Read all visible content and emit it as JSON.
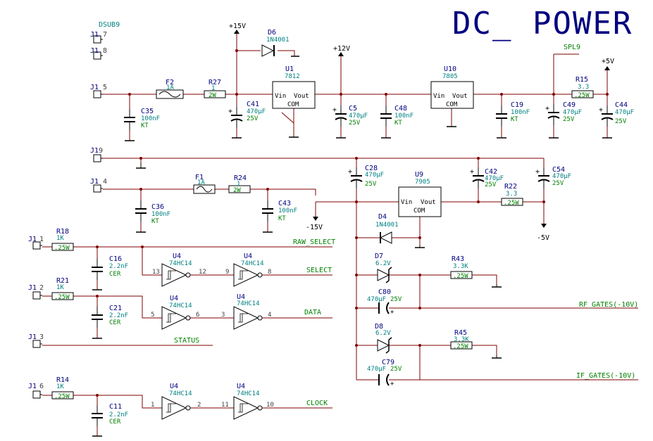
{
  "title": "DC_ POWER",
  "connector": {
    "ref": "DSUB9",
    "name": "J1"
  },
  "pins": {
    "p7": "7",
    "p8": "8",
    "p5": "5",
    "p9": "9",
    "p4": "4",
    "p1": "1",
    "p2": "2",
    "p3": "3",
    "p6": "6"
  },
  "rails": {
    "p15": "+15V",
    "p12": "+12V",
    "p5": "+5V",
    "m15": "-15V",
    "m5": "-5V"
  },
  "nets": {
    "spl9": "SPL9",
    "raw_select": "RAW_SELECT",
    "select": "SELECT",
    "data": "DATA",
    "status": "STATUS",
    "clock": "CLOCK",
    "rf_gates": "RF_GATES(-10V)",
    "if_gates": "IF_GATES(-10V)"
  },
  "parts": {
    "F2": {
      "ref": "F2",
      "value": "1A"
    },
    "F1": {
      "ref": "F1",
      "value": "1A"
    },
    "R27": {
      "ref": "R27",
      "value": "1",
      "rating": "2W"
    },
    "R24": {
      "ref": "R24",
      "value": "1",
      "rating": "2W"
    },
    "D6": {
      "ref": "D6",
      "value": "1N4001"
    },
    "D4": {
      "ref": "D4",
      "value": "1N4001"
    },
    "D7": {
      "ref": "D7",
      "value": "6.2V"
    },
    "D8": {
      "ref": "D8",
      "value": "6.2V"
    },
    "U1": {
      "ref": "U1",
      "value": "7812"
    },
    "U10": {
      "ref": "U10",
      "value": "7805"
    },
    "U9": {
      "ref": "U9",
      "value": "7905"
    },
    "reg_pins": {
      "vin": "Vin",
      "vout": "Vout",
      "com": "COM"
    },
    "C35": {
      "ref": "C35",
      "value": "100nF",
      "type": "KT"
    },
    "C36": {
      "ref": "C36",
      "value": "100nF",
      "type": "KT"
    },
    "C43": {
      "ref": "C43",
      "value": "100nF",
      "type": "KT"
    },
    "C48": {
      "ref": "C48",
      "value": "100nF",
      "type": "KT"
    },
    "C19": {
      "ref": "C19",
      "value": "100nF",
      "type": "KT"
    },
    "C41": {
      "ref": "C41",
      "value": "470µF",
      "voltage": "25V"
    },
    "C5": {
      "ref": "C5",
      "value": "470µF",
      "voltage": "25V"
    },
    "C49": {
      "ref": "C49",
      "value": "470µF",
      "voltage": "25V"
    },
    "C44": {
      "ref": "C44",
      "value": "470µF",
      "voltage": "25V"
    },
    "C28": {
      "ref": "C28",
      "value": "470µF",
      "voltage": "25V"
    },
    "C42": {
      "ref": "C42",
      "value": "470µF",
      "voltage": "25V"
    },
    "C54": {
      "ref": "C54",
      "value": "470µF",
      "voltage": "25V"
    },
    "C80": {
      "ref": "C80",
      "value": "470µF",
      "voltage": "25V"
    },
    "C79": {
      "ref": "C79",
      "value": "470µF",
      "voltage": "25V"
    },
    "R15": {
      "ref": "R15",
      "value": "3.3",
      "rating": ".25W"
    },
    "R22": {
      "ref": "R22",
      "value": "3.3",
      "rating": ".25W"
    },
    "R43": {
      "ref": "R43",
      "value": "3.3K",
      "rating": ".25W"
    },
    "R45": {
      "ref": "R45",
      "value": "3.3K",
      "rating": ".25W"
    },
    "R18": {
      "ref": "R18",
      "value": "1K",
      "rating": ".25W"
    },
    "R21": {
      "ref": "R21",
      "value": "1K",
      "rating": ".25W"
    },
    "R14": {
      "ref": "R14",
      "value": "1K",
      "rating": ".25W"
    },
    "C16": {
      "ref": "C16",
      "value": "2.2nF",
      "type": "CER"
    },
    "C21": {
      "ref": "C21",
      "value": "2.2nF",
      "type": "CER"
    },
    "C11": {
      "ref": "C11",
      "value": "2.2nF",
      "type": "CER"
    },
    "U4": {
      "ref": "U4",
      "value": "74HC14"
    },
    "gate_pins": {
      "a_in": "13",
      "a_out": "12",
      "b_in": "9",
      "b_out": "8",
      "c_in": "5",
      "c_out": "6",
      "d_in": "3",
      "d_out": "4",
      "e_in": "1",
      "e_out": "2",
      "f_in": "11",
      "f_out": "10"
    }
  },
  "colors": {
    "wire": "#800000",
    "part": "#000000",
    "ref": "#000080",
    "value": "#008080",
    "rating": "#008000",
    "net": "#008000",
    "title": "#000080",
    "pin": "#404040"
  }
}
